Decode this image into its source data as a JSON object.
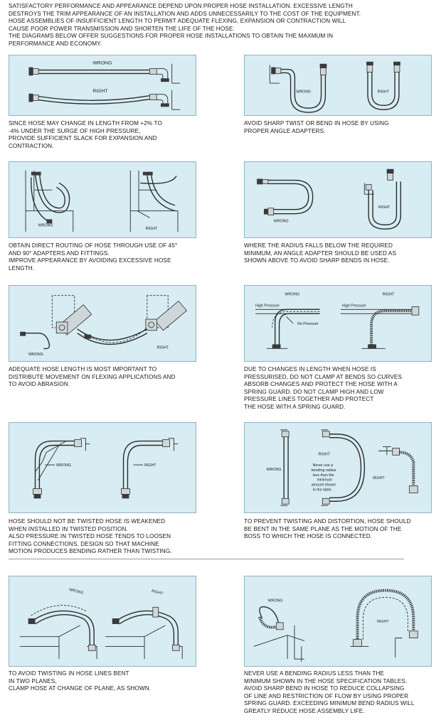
{
  "intro": [
    "SATISFACTORY PERFORMANCE AND APPEARANCE DEPEND UPON PROPER HOSE INSTALLATION. EXCESSIVE LENGTH",
    "DESTROYS THE TRIM APPEARANCE OF AN INSTALLATION AND ADDS UNNECESSARILY TO THE COST OF THE EQUIPMENT.",
    "HOSE ASSEMBLIES OF INSUFFICIENT LENGTH TO PERMIT ADEQUATE FLEXING, EXPANSION OR CONTRACTION WILL",
    "CAUSE POOR POWER TRANSMISSION AND SHORTEN THE LIFE OF THE HOSE.",
    "THE DIAGRAMS BELOW OFFER SUGGESTIONS FOR PROPER HOSE INSTALLATIONS TO OBTAIN THE MAXMUM IN",
    "PERFORMANCE AND ECONOMY."
  ],
  "labels": {
    "wrong": "WRONG",
    "right": "RIGHT",
    "high_pressure": "High Pressure",
    "no_pressure": "No Pressure",
    "never_note": [
      "Never use a",
      "bending radius",
      "less than the",
      "minimum",
      "amount shown",
      "in the table."
    ]
  },
  "captions": {
    "c1": [
      "SINCE HOSE MAY CHANGE IN LENGTH FROM +2% TO",
      "-4% UNDER THE SURGE OF HIGH PRESSURE,",
      "PROVIDE SUFFICIENT SLACK FOR EXPANSION AND",
      "CONTRACTION."
    ],
    "c2": [
      "AVOID SHARP TWIST OR BEND IN HOSE BY USING",
      "PROPER ANGLE ADAPTERS."
    ],
    "c3": [
      "OBTAIN DIRECT ROUTING OF HOSE THROUGH USE OF 45°",
      "AND 90° ADAPTERS AND FITTINGS.",
      "IMPROVE APPEARANCE BY AVOIDING EXCESSIVE HOSE",
      "LENGTH."
    ],
    "c4": [
      "WHERE THE RADIUS FALLS BELOW THE REQUIRED",
      "MINIMUM, AN ANGLE ADAPTER SHOULD BE USED AS",
      "SHOWN ABOVE TO AVOID SHARP BENDS IN HOSE."
    ],
    "c5": [
      "ADEQUATE HOSE LENGTH IS MOST IMPORTANT TO",
      "DISTRIBUTE MOVEMENT ON FLEXING APPLICATIONS AND",
      "TO AVOID ABRASION."
    ],
    "c6": [
      "DUE TO CHANGES IN LENGTH WHEN HOSE IS",
      "PRESSURISED, DO NOT CLAMP AT BENDS SO CURVES",
      "ABSORB CHANGES AND PROTECT THE HOSE WITH A",
      "SPRING GUARD. DO NOT CLAMP HIGH AND LOW",
      "PRESSURE LINES TOGETHER AND PROTECT",
      "THE HOSE WITH A SPRING GUARD."
    ],
    "c7": [
      "HOSE SHOULD NOT BE TWISTED HOSE IS WEAKENED",
      "WHEN INSTALLED IN TWISTED POSITION.",
      "ALSO PRESSURE IN TWISTED HOSE TENDS TO LOOSEN",
      "FITTING CONNECTIONS. DESIGN SO THAT MACHINE",
      "MOTION PRODUCES BENDING RATHER THAN TWISTING."
    ],
    "c8": [
      "TO PREVENT TWISTING AND DISTORTION, HOSE SHOULD",
      "BE BENT IN THE SAME PLANE AS THE MOTION OF THE",
      "BOSS TO WHICH THE HOSE IS CONNECTED."
    ],
    "c9": [
      "TO AVOID TWISTING IN HOSE LINES BENT",
      "IN TWO PLANES,",
      "CLAMP HOSE AT CHANGE OF PLANE, AS SHOWN."
    ],
    "c10": [
      "NEVER USE A BENDING RADIUS LESS THAN THE",
      "MINIMUM SHOWN IN THE HOSE SPECIFICATION TABLES.",
      "AVOID SHARP BEND IN HOSE TO REDUCE COLLAPSING",
      "OF LINE AND RESTRICTION OF FLOW BY USING PROPER",
      "SPRING GUARD. EXCEEDING MINIMUM BEND RADIUS WILL",
      "GREATLY REDUCE HOSE ASSEMBLY LIFE."
    ]
  },
  "colors": {
    "panel": "#d7ecf3",
    "panel_border": "#8fb3c2",
    "ink": "#1a1a1a"
  }
}
